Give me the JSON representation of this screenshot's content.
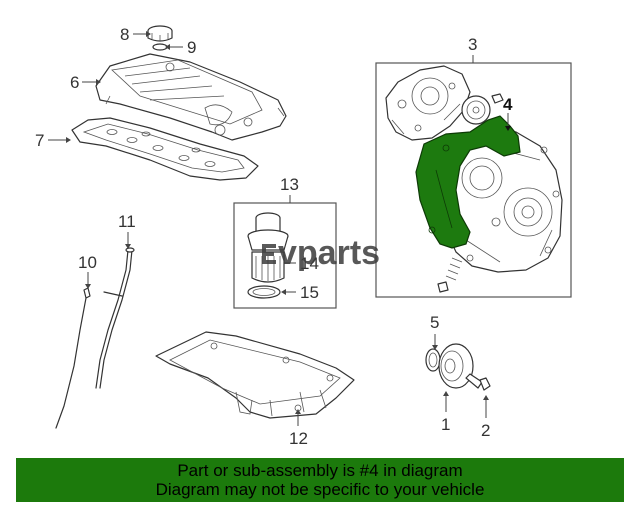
{
  "diagram": {
    "callouts": {
      "c1": "1",
      "c2": "2",
      "c3": "3",
      "c4": "4",
      "c5": "5",
      "c6": "6",
      "c7": "7",
      "c8": "8",
      "c9": "9",
      "c10": "10",
      "c11": "11",
      "c12": "12",
      "c13": "13",
      "c14": "14",
      "c15": "15"
    },
    "highlighted_part": "4",
    "highlight_color": "#1d7a0f",
    "watermark": "evparts"
  },
  "banner": {
    "line1": "Part or sub-assembly is #4 in diagram",
    "line2": "Diagram may not be specific to your vehicle",
    "background_color": "#1c7a0c"
  }
}
